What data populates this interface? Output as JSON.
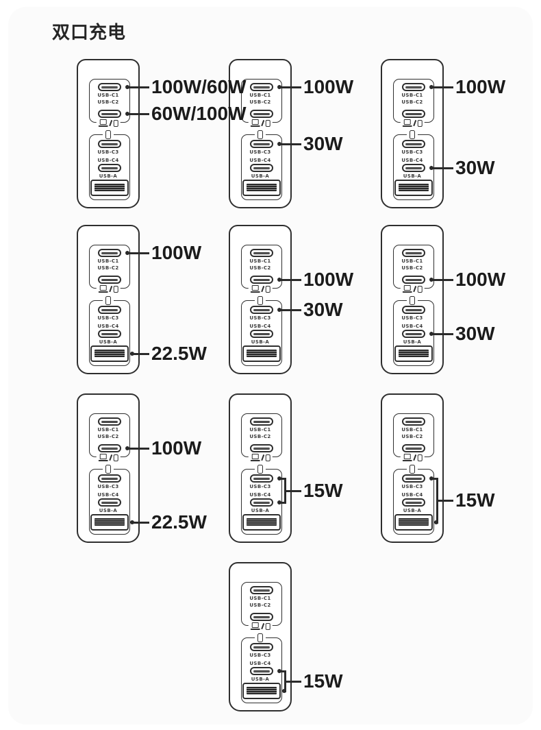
{
  "title": "双口充电",
  "colors": {
    "line": "#2e2e2e",
    "text": "#1b1b1b",
    "card_background": "#fbfbfb",
    "page_background": "#ffffff"
  },
  "port_labels": {
    "c1": "USB-C1",
    "c2": "USB-C2",
    "c3": "USB-C3",
    "c4": "USB-C4",
    "a": "USB-A"
  },
  "chargers": [
    {
      "callouts": [
        {
          "ports": [
            "c1"
          ],
          "label": "100W/60W"
        },
        {
          "ports": [
            "c2"
          ],
          "label": "60W/100W"
        }
      ]
    },
    {
      "callouts": [
        {
          "ports": [
            "c1"
          ],
          "label": "100W"
        },
        {
          "ports": [
            "c3"
          ],
          "label": "30W"
        }
      ]
    },
    {
      "callouts": [
        {
          "ports": [
            "c1"
          ],
          "label": "100W"
        },
        {
          "ports": [
            "c4"
          ],
          "label": "30W"
        }
      ]
    },
    {
      "callouts": [
        {
          "ports": [
            "c1"
          ],
          "label": "100W"
        },
        {
          "ports": [
            "a"
          ],
          "label": "22.5W"
        }
      ]
    },
    {
      "callouts": [
        {
          "ports": [
            "c2"
          ],
          "label": "100W"
        },
        {
          "ports": [
            "c3"
          ],
          "label": "30W"
        }
      ]
    },
    {
      "callouts": [
        {
          "ports": [
            "c2"
          ],
          "label": "100W"
        },
        {
          "ports": [
            "c4"
          ],
          "label": "30W"
        }
      ]
    },
    {
      "callouts": [
        {
          "ports": [
            "c2"
          ],
          "label": "100W"
        },
        {
          "ports": [
            "a"
          ],
          "label": "22.5W"
        }
      ]
    },
    {
      "callouts": [
        {
          "ports": [
            "c3",
            "c4"
          ],
          "label": "15W"
        }
      ]
    },
    {
      "callouts": [
        {
          "ports": [
            "c3",
            "a"
          ],
          "label": "15W"
        }
      ]
    },
    {
      "callouts": [
        {
          "ports": [
            "c4",
            "a"
          ],
          "label": "15W"
        }
      ]
    }
  ]
}
